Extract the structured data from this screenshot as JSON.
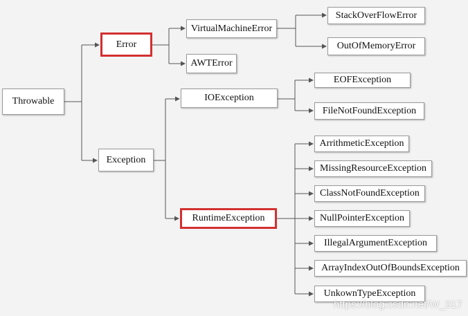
{
  "nodes": {
    "throwable": "Throwable",
    "error": "Error",
    "exception": "Exception",
    "virtual_machine_error": "VirtualMachineError",
    "awt_error": "AWTError",
    "stack_overflow_error": "StackOverFlowError",
    "out_of_memory_error": "OutOfMemoryError",
    "io_exception": "IOException",
    "eof_exception": "EOFException",
    "file_not_found_exception": "FileNotFoundException",
    "runtime_exception": "RuntimeException",
    "arithmetic_exception": "ArrithmeticException",
    "missing_resource_exception": "MissingResourceException",
    "class_not_found_exception": "ClassNotFoundException",
    "null_pointer_exception": "NullPointerException",
    "illegal_argument_exception": "IllegalArgumentException",
    "array_index_out_of_bounds_exception": "ArrayIndexOutOfBoundsException",
    "unkown_type_exception": "UnkownTypeException"
  },
  "watermark": "https://blog.csdn.net/W_317",
  "colors": {
    "highlight": "#d32f2f",
    "line": "#555555",
    "background": "#f3f3f3"
  }
}
